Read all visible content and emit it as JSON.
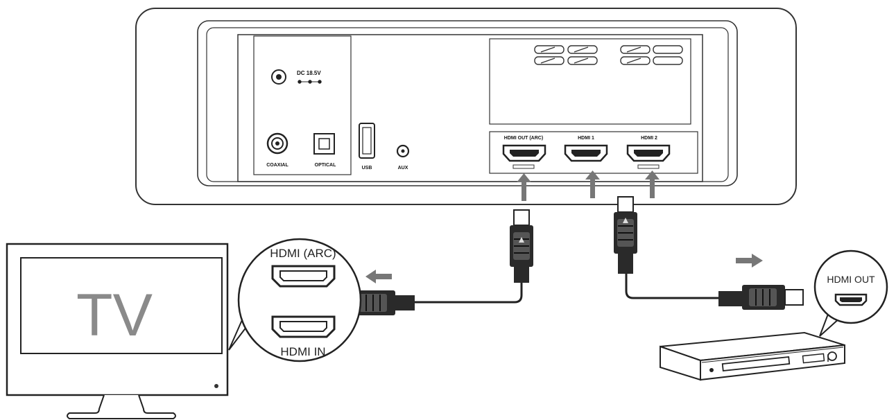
{
  "soundbar": {
    "dc_label": "DC 18.5V",
    "coaxial_label": "COAXIAL",
    "optical_label": "OPTICAL",
    "usb_label": "USB",
    "aux_label": "AUX",
    "hdmi_out_label": "HDMI OUT (ARC)",
    "hdmi1_label": "HDMI 1",
    "hdmi2_label": "HDMI 2"
  },
  "tv": {
    "screen_text": "TV",
    "callout_arc_label": "HDMI (ARC)",
    "callout_in_label": "HDMI IN"
  },
  "player": {
    "callout_out_label": "HDMI OUT"
  },
  "colors": {
    "line": "#333333",
    "arrow": "#777777",
    "cable": "#2a2a2a",
    "tv_text": "#8a8a8a"
  }
}
